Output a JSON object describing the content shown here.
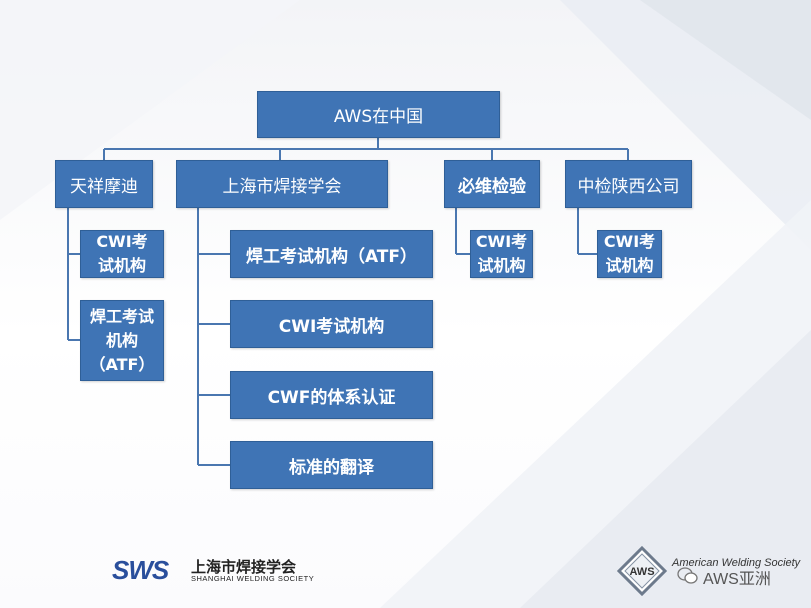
{
  "root": {
    "label": "AWS在中国"
  },
  "branches": [
    {
      "label": "天祥摩迪",
      "children": [
        "CWI考试机构",
        "焊工考试机构（ATF）"
      ]
    },
    {
      "label": "上海市焊接学会",
      "children": [
        "焊工考试机构（ATF）",
        "CWI考试机构",
        "CWF的体系认证",
        "标准的翻译"
      ]
    },
    {
      "label": "必维检验",
      "children": [
        "CWI考试机构"
      ]
    },
    {
      "label": "中检陕西公司",
      "children": [
        "CWI考试机构"
      ]
    }
  ],
  "footer": {
    "sws_logo": "SWS",
    "sws_name_cn": "上海市焊接学会",
    "sws_name_en": "SHANGHAI WELDING SOCIETY",
    "aws_badge": "AWS",
    "aws_name": "American Welding Society",
    "watermark": "AWS亚洲"
  },
  "colors": {
    "node_fill": "#3f74b5",
    "node_border": "#2f5f97",
    "connector": "#4a77b0"
  },
  "icons": {
    "watermark_icon": "wechat-icon"
  }
}
